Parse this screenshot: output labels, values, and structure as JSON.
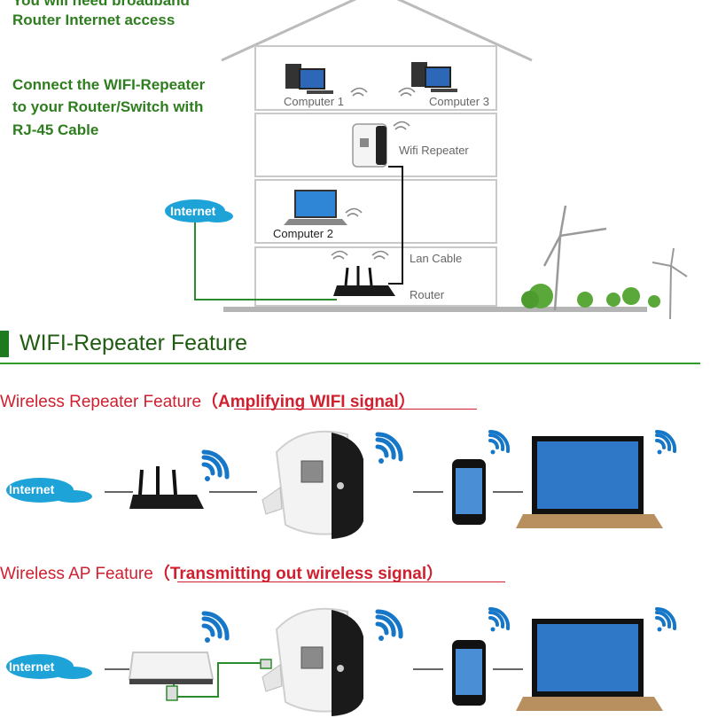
{
  "top_text": {
    "line1": "You will need broadband",
    "line2": "Router Internet access",
    "connect1": "Connect the WIFI-Repeater",
    "connect2": "to your Router/Switch with",
    "connect3": "RJ-45 Cable"
  },
  "house_labels": {
    "computer1": "Computer 1",
    "computer3": "Computer 3",
    "wifi_repeater": "Wifi Repeater",
    "computer2": "Computer 2",
    "lan_cable": "Lan Cable",
    "router": "Router",
    "internet": "Internet"
  },
  "feature": {
    "heading": "WIFI-Repeater Feature",
    "repeater_title": "Wireless Repeater Feature",
    "repeater_sub": "（Amplifying WIFI signal）",
    "ap_title": "Wireless AP Feature",
    "ap_sub": "（Transmitting out wireless signal）",
    "internet1": "Internet",
    "internet2": "Internet"
  },
  "colors": {
    "text_green": "#2e7d1f",
    "heading_green": "#1f5c12",
    "accent_red": "#d0202f",
    "internet_blue": "#1ea3d8",
    "wifi_blue": "#1677c9"
  }
}
